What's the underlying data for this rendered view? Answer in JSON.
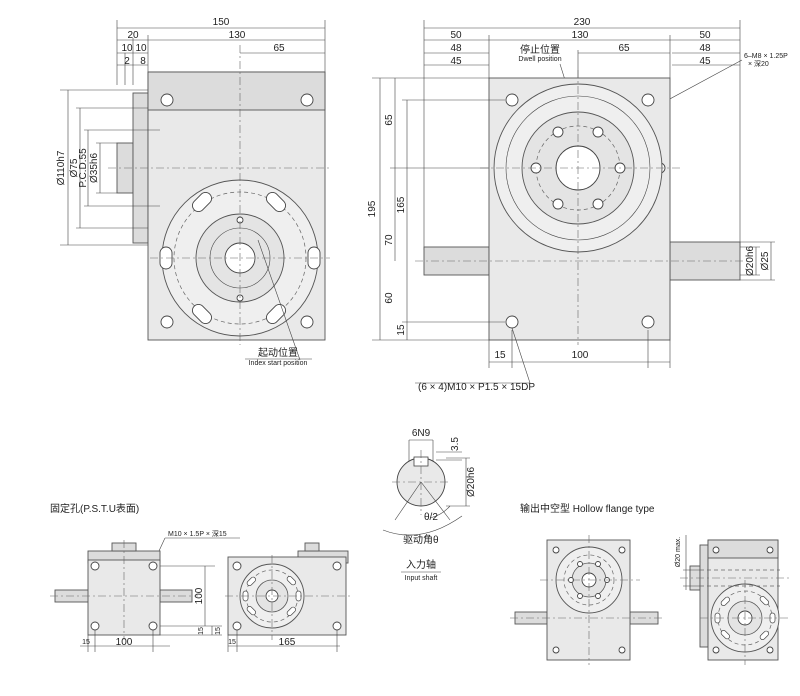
{
  "front_view": {
    "dim_150": "150",
    "dim_20": "20",
    "dim_130": "130",
    "dim_10a": "10",
    "dim_10b": "10",
    "dim_2": "2",
    "dim_8": "8",
    "dim_65": "65",
    "dim_110h7": "Ø110h7",
    "dim_75": "Ø75",
    "dim_pcd": "P.C.D.55",
    "dim_35h6": "Ø35h6",
    "index_start_cn": "起动位置",
    "index_start_en": "Index start position"
  },
  "side_view": {
    "dim_230": "230",
    "dim_50a": "50",
    "dim_130": "130",
    "dim_50b": "50",
    "dim_48a": "48",
    "dim_65": "65",
    "dim_48b": "48",
    "dim_45a": "45",
    "dim_45b": "45",
    "dwell_cn": "停止位置",
    "dwell_en": "Dwell position",
    "thread_note1": "6–M8 × 1.25P",
    "thread_note2": "× 深20",
    "dim_195": "195",
    "dim_65v": "65",
    "dim_165": "165",
    "dim_70": "70",
    "dim_60": "60",
    "dim_15v": "15",
    "dim_15h": "15",
    "dim_100": "100",
    "dim_20h6": "Ø20h6",
    "dim_25": "Ø25",
    "bolt_note": "(6 × 4)M10 × P1.5 × 15DP"
  },
  "input_shaft": {
    "dim_6n9": "6N9",
    "dim_35": "3.5",
    "dim_20h6": "Ø20h6",
    "theta_half": "θ/2",
    "drive_angle": "驱动角θ",
    "title_cn": "入力轴",
    "title_en": "Input shaft"
  },
  "mounting": {
    "title": "固定孔(P.S.T.U表面)",
    "note": "M10 × 1.5P × 深15",
    "dim_100a": "100",
    "dim_15a": "15",
    "dim_100v": "100",
    "dim_15v1": "15",
    "dim_15v2": "15",
    "dim_15b": "15",
    "dim_165": "165"
  },
  "hollow": {
    "title": "输出中空型 Hollow flange type",
    "dim_20max": "Ø20 max."
  }
}
